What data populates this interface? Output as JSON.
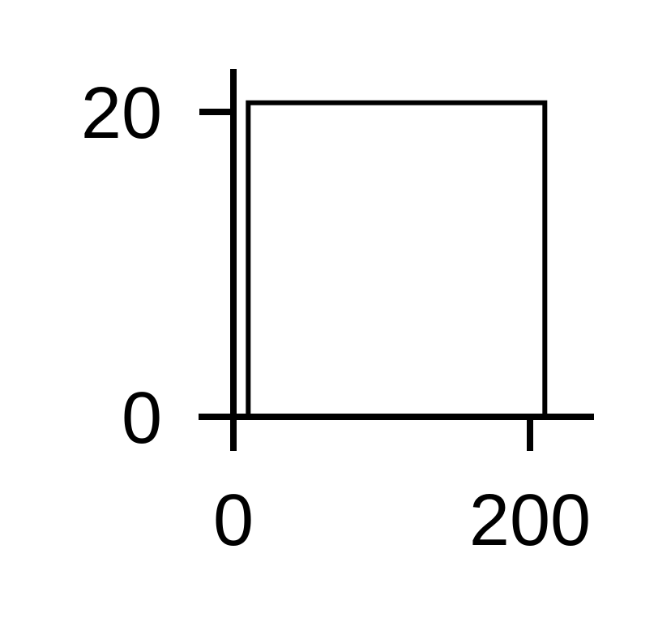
{
  "chart_data": {
    "type": "bar",
    "title": "",
    "xlabel": "",
    "ylabel": "",
    "xlim": [
      0,
      240
    ],
    "ylim": [
      0,
      20.8
    ],
    "bars": [
      {
        "x_start": 10,
        "x_end": 210,
        "value": 20.6
      }
    ],
    "x_ticks": [
      {
        "value": 0,
        "label": "0"
      },
      {
        "value": 200,
        "label": "200"
      }
    ],
    "y_ticks": [
      {
        "value": 0,
        "label": "0"
      },
      {
        "value": 20,
        "label": "20"
      }
    ],
    "grid": false,
    "legend": "none",
    "colors": {
      "axis": "#000000",
      "bar_fill": "#ffffff",
      "bar_edge": "#000000",
      "background": "#ffffff"
    }
  }
}
